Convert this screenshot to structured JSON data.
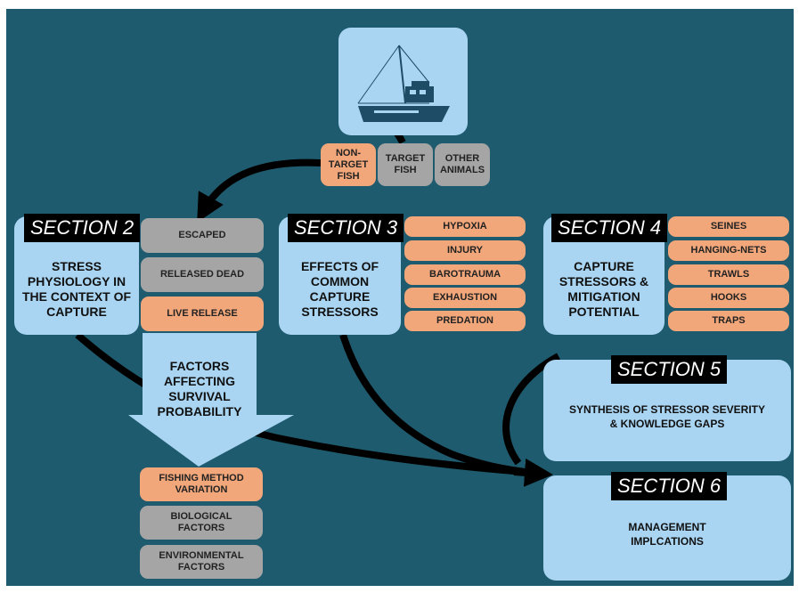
{
  "colors": {
    "background": "#1e5b6e",
    "box_blue": "#a9d5f3",
    "box_orange": "#f2a77a",
    "box_gray": "#a5a5a5",
    "arrow": "#000000",
    "tag_background": "#000000"
  },
  "icons": {
    "boat": "fishing-boat-icon"
  },
  "catch_types": [
    {
      "label": "NON-\nTARGET\nFISH",
      "color": "orange"
    },
    {
      "label": "TARGET\nFISH",
      "color": "gray"
    },
    {
      "label": "OTHER\nANIMALS",
      "color": "gray"
    }
  ],
  "section2": {
    "tag": "SECTION 2",
    "title": "STRESS\nPHYSIOLOGY IN\nTHE CONTEXT OF\nCAPTURE",
    "outcomes": [
      {
        "label": "ESCAPED",
        "color": "gray"
      },
      {
        "label": "RELEASED DEAD",
        "color": "gray"
      },
      {
        "label": "LIVE RELEASE",
        "color": "orange"
      }
    ]
  },
  "section3": {
    "tag": "SECTION 3",
    "title": "EFFECTS OF\nCOMMON\nCAPTURE\nSTRESSORS",
    "stressors": [
      "HYPOXIA",
      "INJURY",
      "BAROTRAUMA",
      "EXHAUSTION",
      "PREDATION"
    ]
  },
  "section4": {
    "tag": "SECTION 4",
    "title": "CAPTURE\nSTRESSORS &\nMITIGATION\nPOTENTIAL",
    "gears": [
      "SEINES",
      "HANGING-NETS",
      "TRAWLS",
      "HOOKS",
      "TRAPS"
    ]
  },
  "survival": {
    "title": "FACTORS\nAFFECTING\nSURVIVAL\nPROBABILITY",
    "factors": [
      {
        "label": "FISHING METHOD\nVARIATION",
        "color": "orange"
      },
      {
        "label": "BIOLOGICAL\nFACTORS",
        "color": "gray"
      },
      {
        "label": "ENVIRONMENTAL\nFACTORS",
        "color": "gray"
      }
    ]
  },
  "section5": {
    "tag": "SECTION 5",
    "title": "SYNTHESIS OF STRESSOR SEVERITY\n& KNOWLEDGE GAPS"
  },
  "section6": {
    "tag": "SECTION 6",
    "title": "MANAGEMENT\nIMPLCATIONS"
  }
}
